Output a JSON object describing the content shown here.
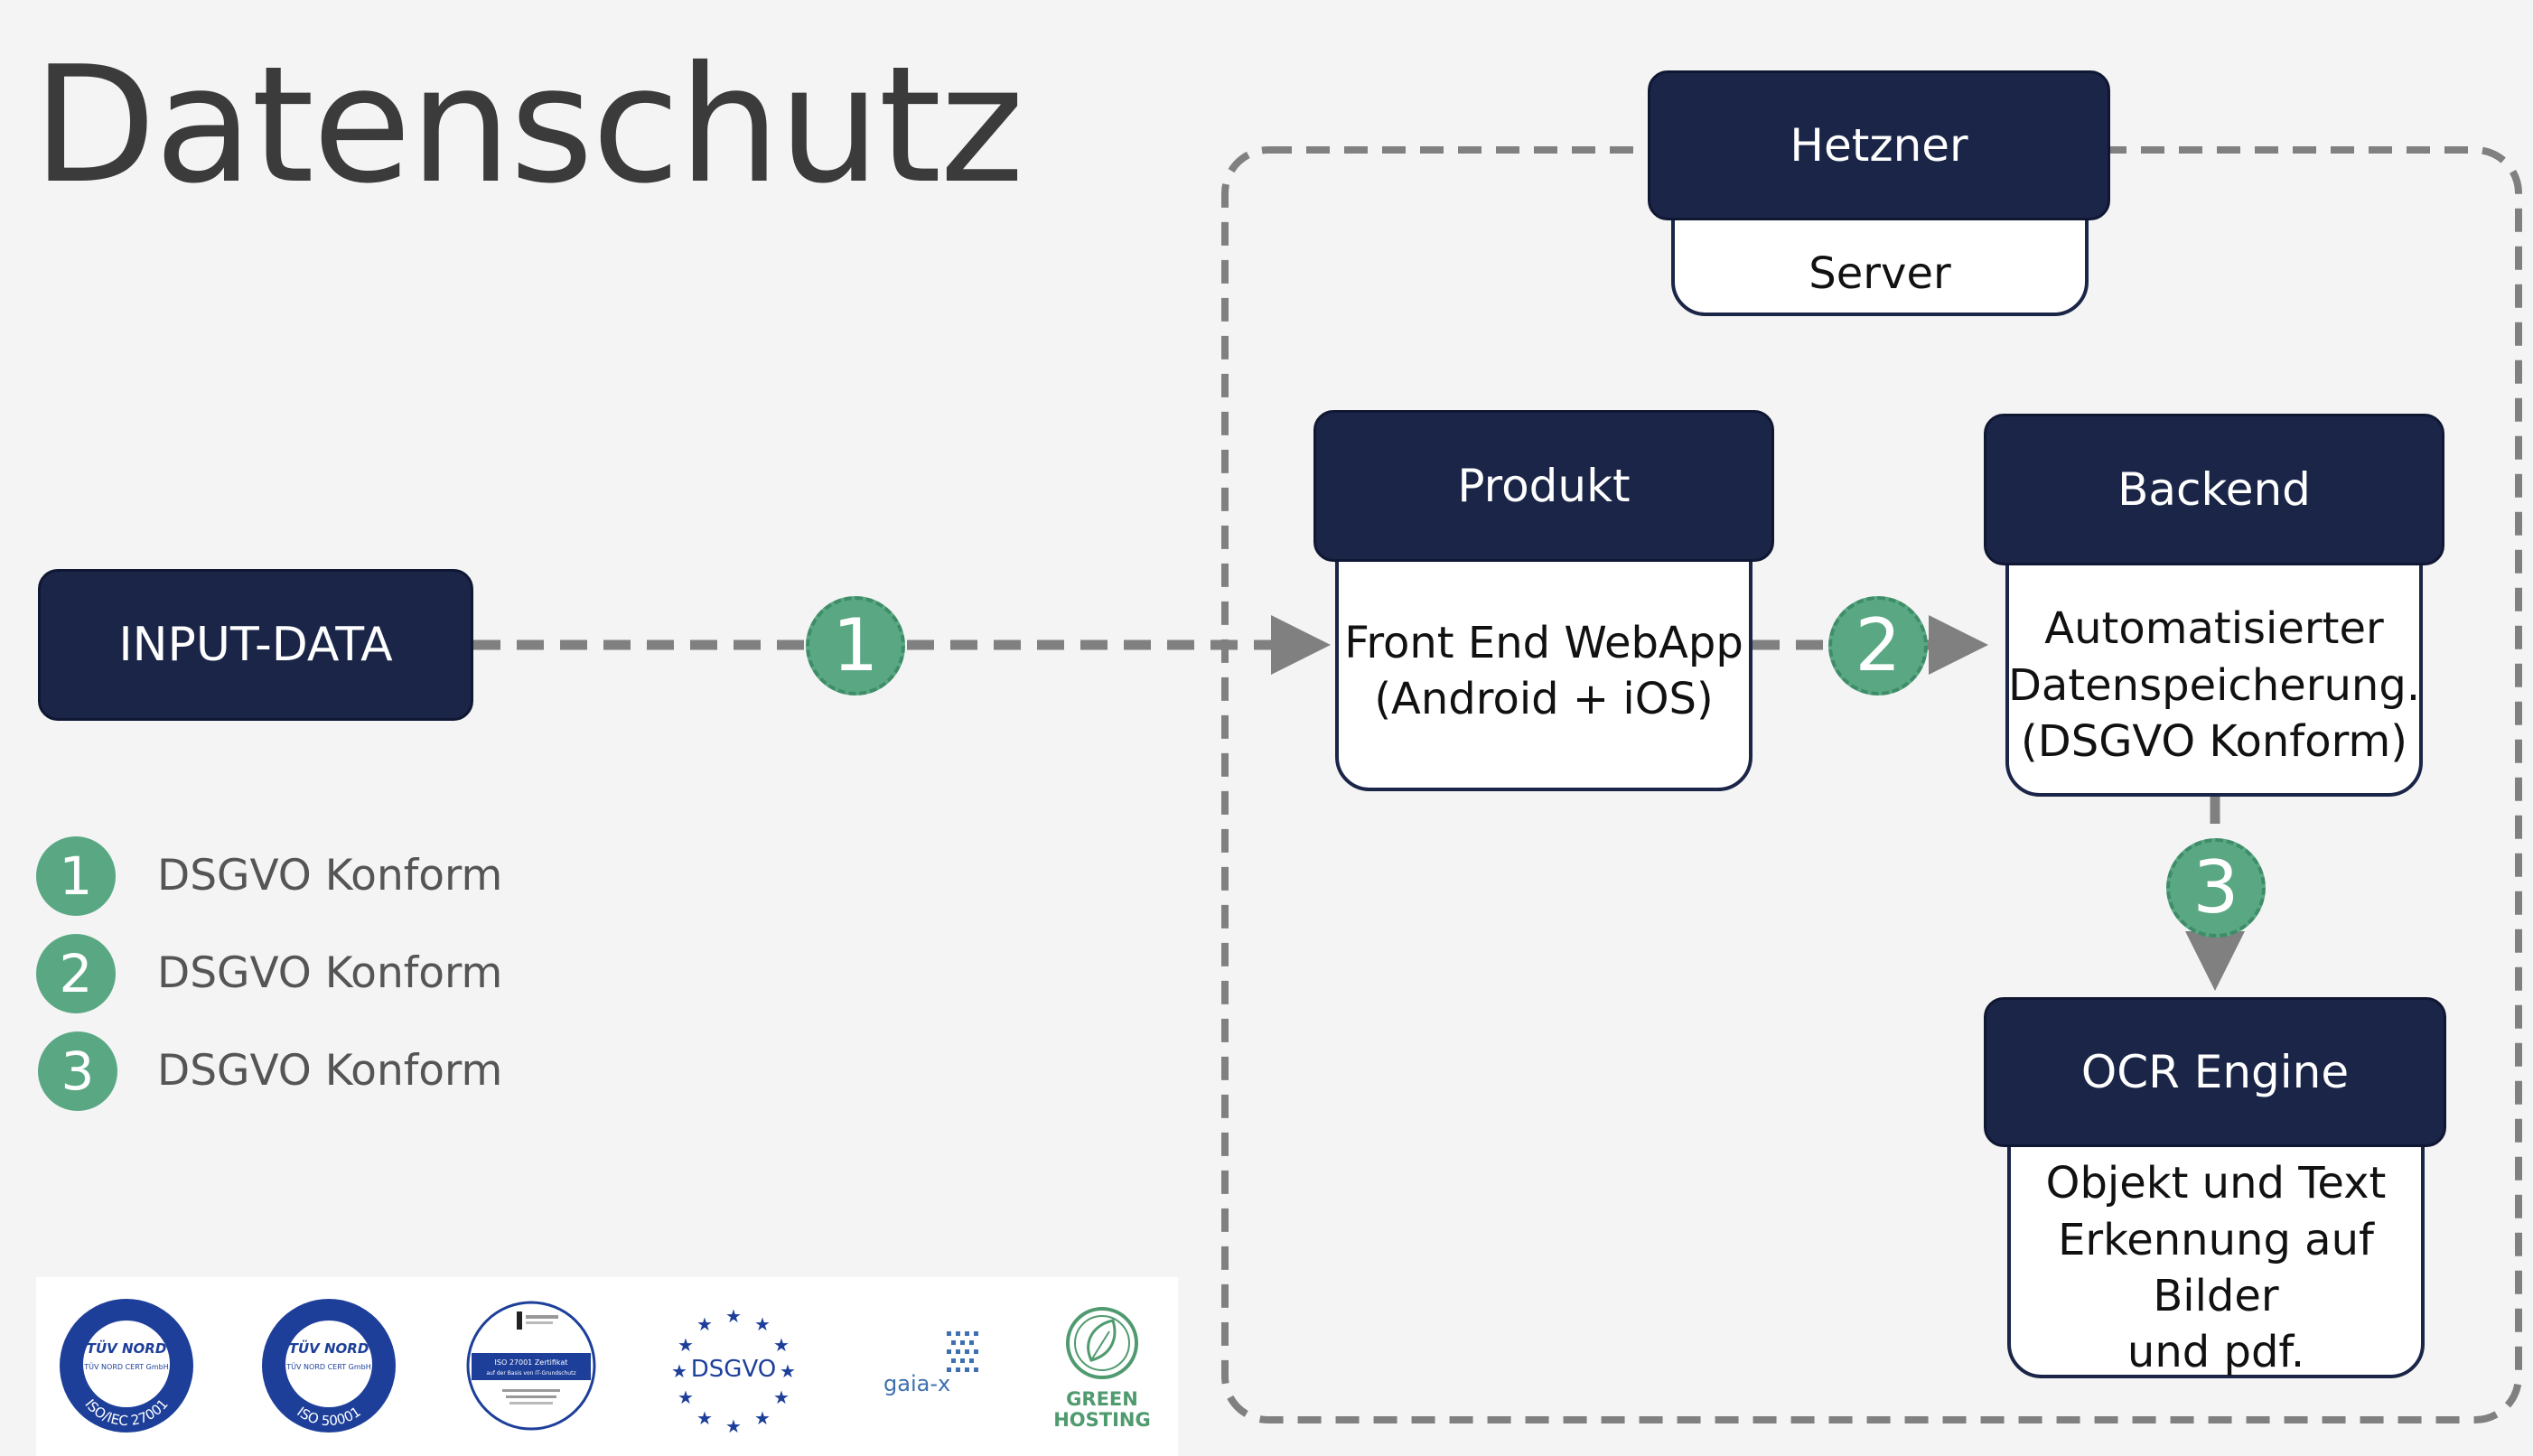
{
  "title": "Datenschutz",
  "hetzner": {
    "header": "Hetzner",
    "body": "Server"
  },
  "input": {
    "label": "INPUT-DATA"
  },
  "produkt": {
    "header": "Produkt",
    "body": "Front End WebApp\n(Android + iOS)"
  },
  "backend": {
    "header": "Backend",
    "body": "Automatisierter\nDatenspeicherung.\n(DSGVO Konform)"
  },
  "ocr": {
    "header": "OCR Engine",
    "body": "Objekt und Text\nErkennung auf Bilder\nund pdf."
  },
  "badges": [
    "1",
    "2",
    "3"
  ],
  "legend": [
    {
      "num": "1",
      "text": "DSGVO Konform"
    },
    {
      "num": "2",
      "text": "DSGVO Konform"
    },
    {
      "num": "3",
      "text": "DSGVO Konform"
    }
  ],
  "logos": {
    "tuv1": {
      "brand": "TÜV NORD",
      "sub": "TÜV NORD CERT GmbH",
      "ring": "ISO/IEC 27001"
    },
    "tuv2": {
      "brand": "TÜV NORD",
      "sub": "TÜV NORD CERT GmbH",
      "ring": "ISO 50001"
    },
    "iso": {
      "line1": "ISO 27001 Zertifikat",
      "line2": "auf der Basis von IT-Grundschutz"
    },
    "dsgvo": {
      "label": "DSGVO"
    },
    "gaia": {
      "label": "gaia-x"
    },
    "green": {
      "line1": "GREEN",
      "line2": "HOSTING"
    }
  },
  "colors": {
    "header_bg": "#1a2547",
    "badge": "#5aa883",
    "dash": "#808080",
    "logo_blue": "#1d3f9a",
    "green": "#4f9a6e"
  }
}
